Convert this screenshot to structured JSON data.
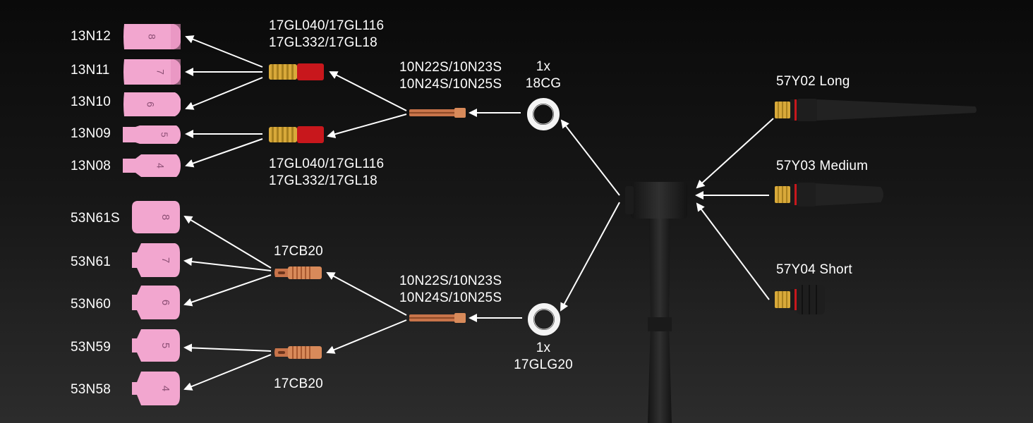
{
  "colors": {
    "cup_pink": "#f2a6cf",
    "cup_digit": "#8c4f75",
    "brass": "#d8a93a",
    "red_insulator": "#c8171c",
    "copper": "#c8744a",
    "washer": "#f4f4f4",
    "torch_black": "#252525",
    "arrow": "#ffffff"
  },
  "cups_top": [
    {
      "code": "13N12",
      "size": "8"
    },
    {
      "code": "13N11",
      "size": "7"
    },
    {
      "code": "13N10",
      "size": "6"
    },
    {
      "code": "13N09",
      "size": "5"
    },
    {
      "code": "13N08",
      "size": "4"
    }
  ],
  "cups_bottom": [
    {
      "code": "53N61S",
      "size": "8"
    },
    {
      "code": "53N61",
      "size": "7"
    },
    {
      "code": "53N60",
      "size": "6"
    },
    {
      "code": "53N59",
      "size": "5"
    },
    {
      "code": "53N58",
      "size": "4"
    }
  ],
  "gas_lens_label_upper": {
    "line1": "17GL040/17GL116",
    "line2": "17GL332/17GL18"
  },
  "gas_lens_label_lower": {
    "line1": "17GL040/17GL116",
    "line2": "17GL332/17GL18"
  },
  "collet_label_upper": {
    "line1": "10N22S/10N23S",
    "line2": "10N24S/10N25S"
  },
  "collet_label_lower": {
    "line1": "10N22S/10N23S",
    "line2": "10N24S/10N25S"
  },
  "collet_body_label_upper": "17CB20",
  "collet_body_label_lower": "17CB20",
  "washer_upper": {
    "qty": "1x",
    "code": "18CG"
  },
  "washer_lower": {
    "qty": "1x",
    "code": "17GLG20"
  },
  "back_caps": [
    {
      "label": "57Y02 Long"
    },
    {
      "label": "57Y03 Medium"
    },
    {
      "label": "57Y04 Short"
    }
  ],
  "icons": {
    "cup": "alumina-nozzle-icon",
    "gas_lens": "gas-lens-icon",
    "collet": "collet-icon",
    "collet_body": "collet-body-icon",
    "washer": "insulator-washer-icon",
    "back_cap": "back-cap-icon",
    "torch": "tig-torch-head-icon"
  }
}
